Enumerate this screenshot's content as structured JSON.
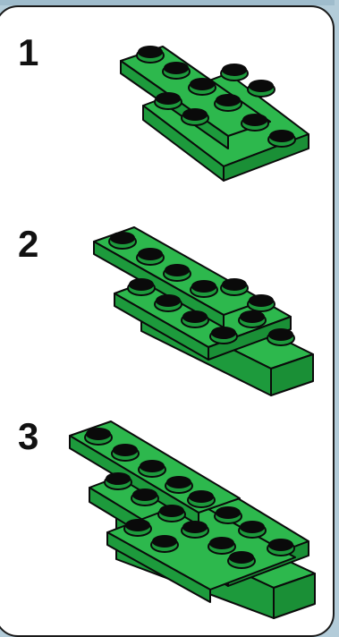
{
  "steps": [
    {
      "number": "1"
    },
    {
      "number": "2"
    },
    {
      "number": "3"
    }
  ],
  "colors": {
    "background": "#b3ccd9",
    "panel": "#ffffff",
    "brick_top": "#2db84d",
    "brick_side": "#1d9a3c",
    "outline": "#0a0a0a"
  }
}
